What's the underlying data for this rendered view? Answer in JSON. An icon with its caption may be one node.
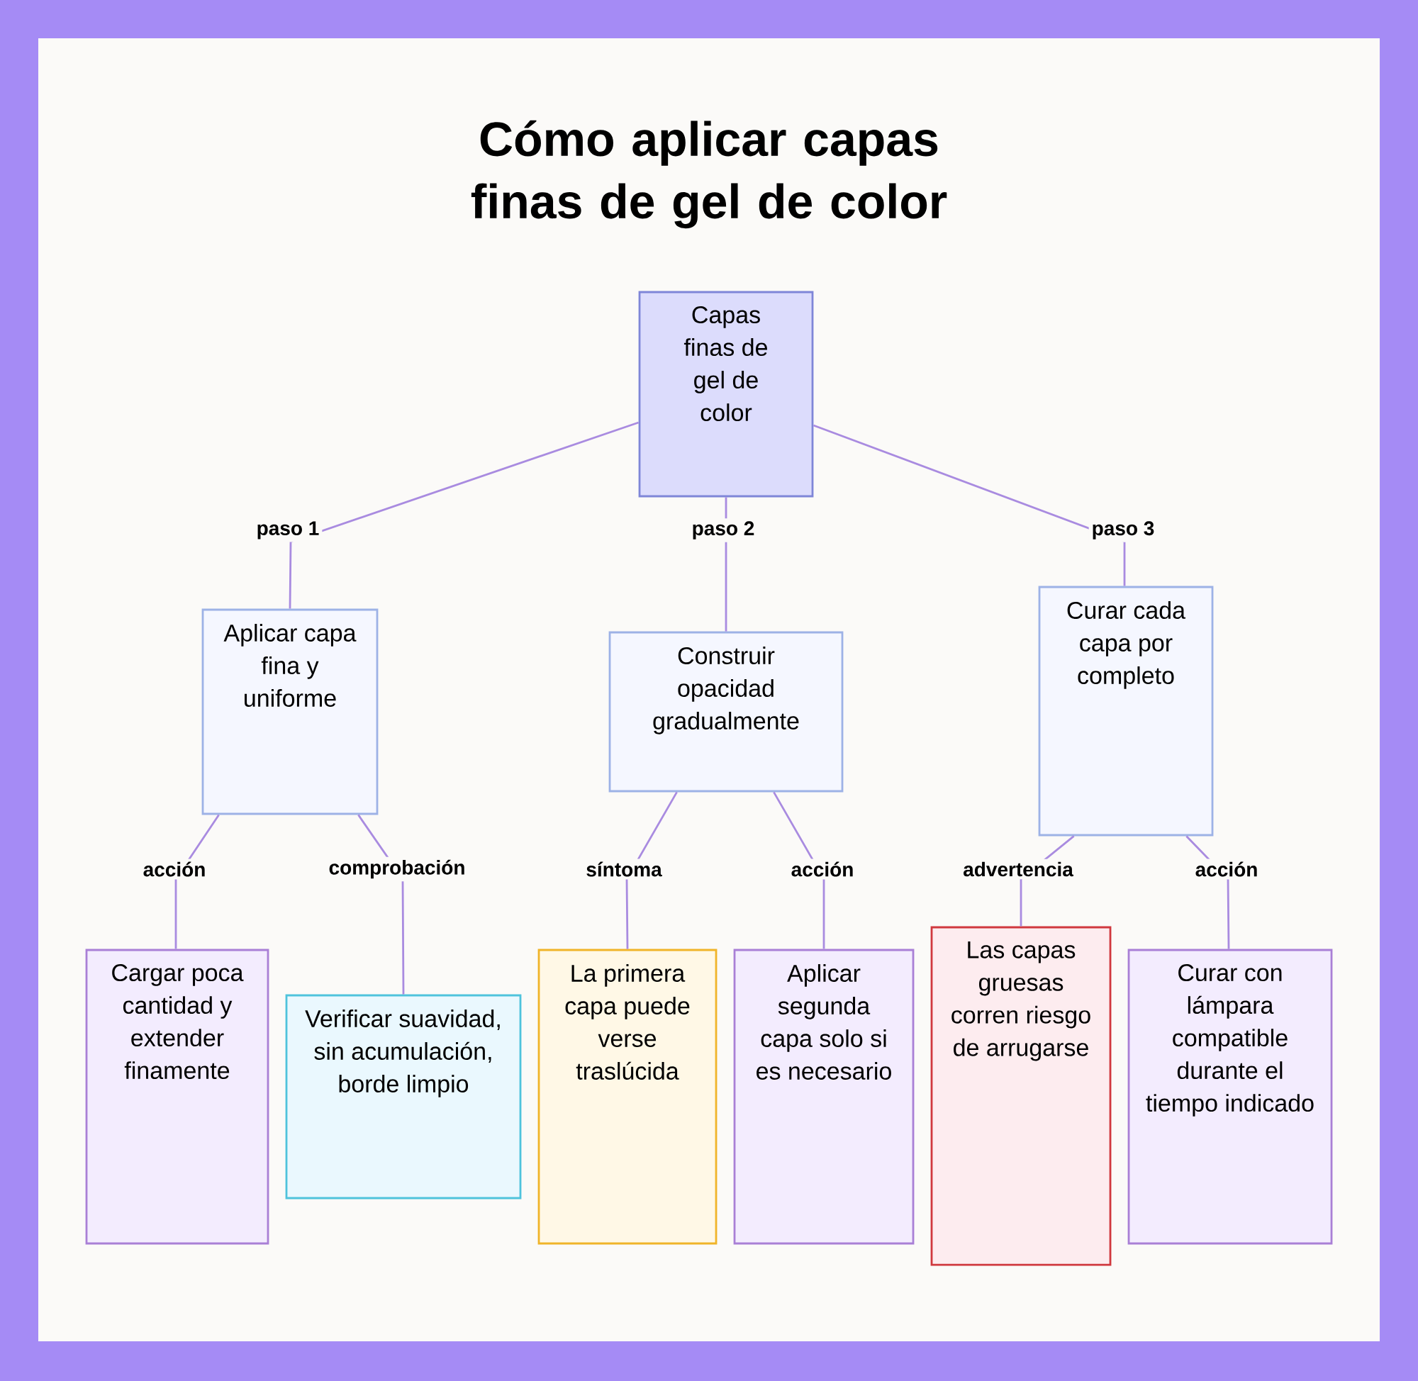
{
  "diagram": {
    "title": "Cómo aplicar capas finas de gel de color",
    "nodes": [
      {
        "text": [
          "Capas finas de gel de color"
        ]
      },
      {
        "text": [
          "Aplicar capa fina y uniforme"
        ]
      },
      {
        "text": [
          "Construir opacidad gradualmente"
        ]
      },
      {
        "text": [
          "Curar cada capa por completo"
        ]
      },
      {
        "text": [
          "Cargar poca cantidad y extender finamente"
        ]
      },
      {
        "text": [
          "Verificar suavidad, sin acumulación, borde limpio"
        ]
      },
      {
        "text": [
          "La primera capa puede verse traslúcida"
        ]
      },
      {
        "text": [
          "Aplicar segunda capa solo si es necesario"
        ]
      },
      {
        "text": [
          "Las capas gruesas corren riesgo de arrugarse"
        ]
      },
      {
        "text": [
          "Curar con lámpara compatible durante el tiempo indicado"
        ]
      }
    ],
    "edges": [
      {
        "from": 0,
        "to": 1,
        "arrow": "none",
        "label": "paso 1"
      },
      {
        "from": 0,
        "to": 2,
        "arrow": "none",
        "label": "paso 2"
      },
      {
        "from": 0,
        "to": 3,
        "arrow": "none",
        "label": "paso 3"
      },
      {
        "from": 1,
        "to": 4,
        "arrow": "none",
        "label": "acción"
      },
      {
        "from": 1,
        "to": 5,
        "arrow": "none",
        "label": "comprobación"
      },
      {
        "from": 2,
        "to": 6,
        "arrow": "none",
        "label": "síntoma"
      },
      {
        "from": 2,
        "to": 7,
        "arrow": "none",
        "label": "acción"
      },
      {
        "from": 3,
        "to": 8,
        "arrow": "none",
        "label": "advertencia"
      },
      {
        "from": 3,
        "to": 9,
        "arrow": "none",
        "label": "acción"
      }
    ]
  }
}
